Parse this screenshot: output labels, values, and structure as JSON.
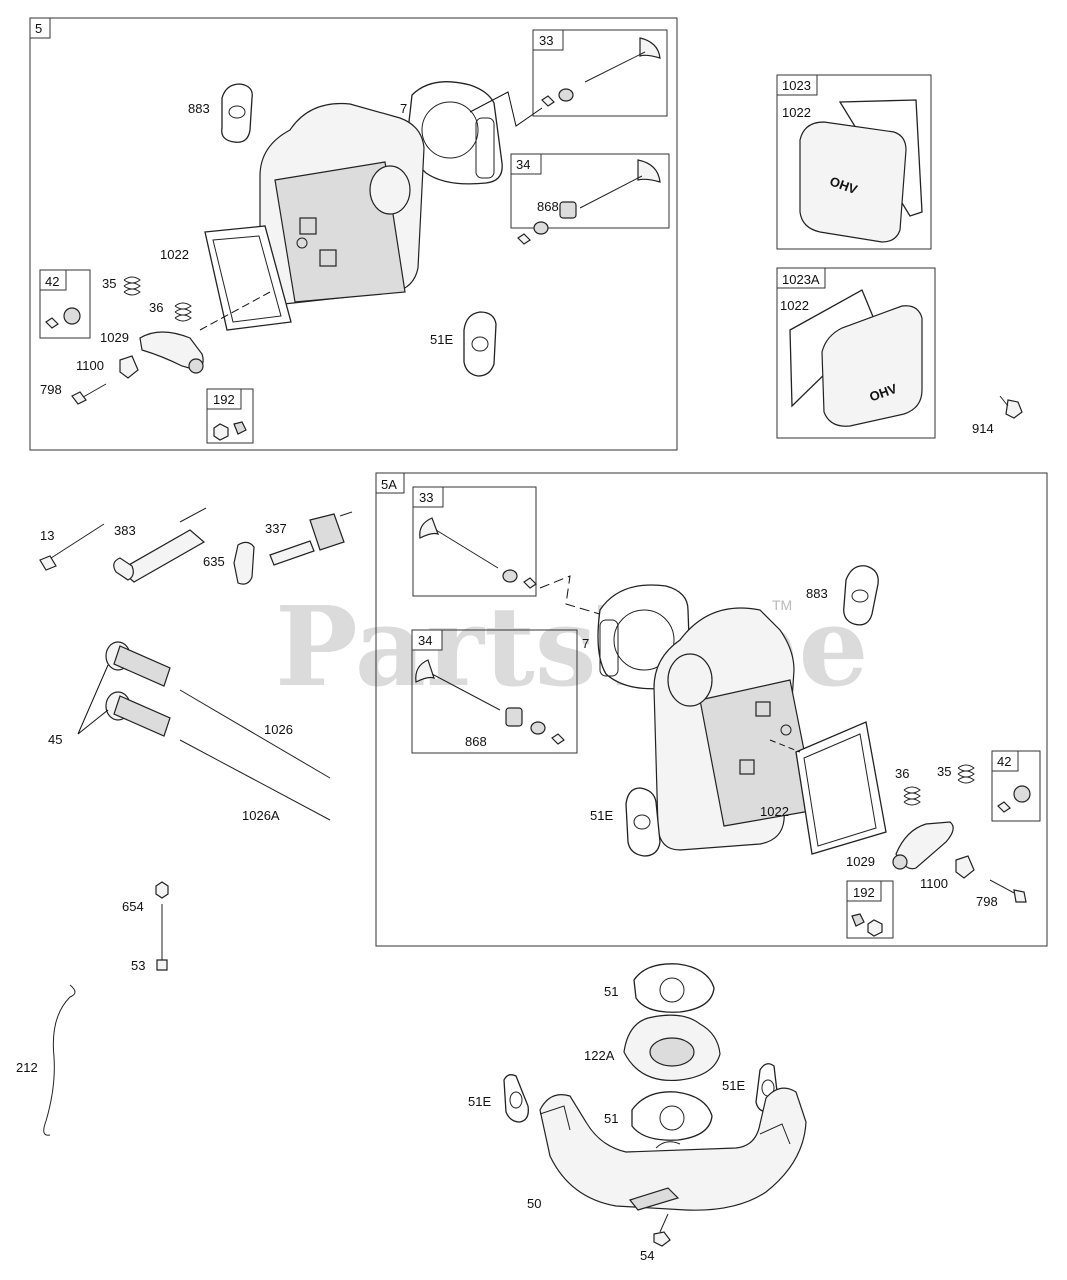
{
  "watermark": {
    "text": "PartsTree",
    "tm": "TM"
  },
  "groups": {
    "g5": "5",
    "g5_33": "33",
    "g5_34": "34",
    "g5_42": "42",
    "g5_192": "192",
    "g1023": "1023",
    "g1023a": "1023A",
    "g5a": "5A",
    "g5a_33": "33",
    "g5a_34": "34",
    "g5a_42": "42",
    "g5a_192": "192"
  },
  "labels": {
    "p883": "883",
    "p7": "7",
    "p868": "868",
    "p1022": "1022",
    "p35": "35",
    "p36": "36",
    "p1029": "1029",
    "p1100": "1100",
    "p798": "798",
    "p51e": "51E",
    "p1022_1023": "1022",
    "p1022_1023a": "1022",
    "p914": "914",
    "p13": "13",
    "p383": "383",
    "p337": "337",
    "p635": "635",
    "p45": "45",
    "p1026": "1026",
    "p1026a": "1026A",
    "p654": "654",
    "p53": "53",
    "p212": "212",
    "a883": "883",
    "a7": "7",
    "a868": "868",
    "a51e": "51E",
    "a1022": "1022",
    "a36": "36",
    "a35": "35",
    "a1029": "1029",
    "a1100": "1100",
    "a798": "798",
    "m51a": "51",
    "m122a": "122A",
    "m51b": "51",
    "m51e_l": "51E",
    "m51e_r": "51E",
    "m50": "50",
    "m54": "54"
  },
  "cover_text": "OHV",
  "icons": [
    "valve",
    "spring",
    "rocker-arm",
    "spark-plug",
    "push-rod",
    "exhaust-manifold",
    "bolt",
    "nut"
  ]
}
